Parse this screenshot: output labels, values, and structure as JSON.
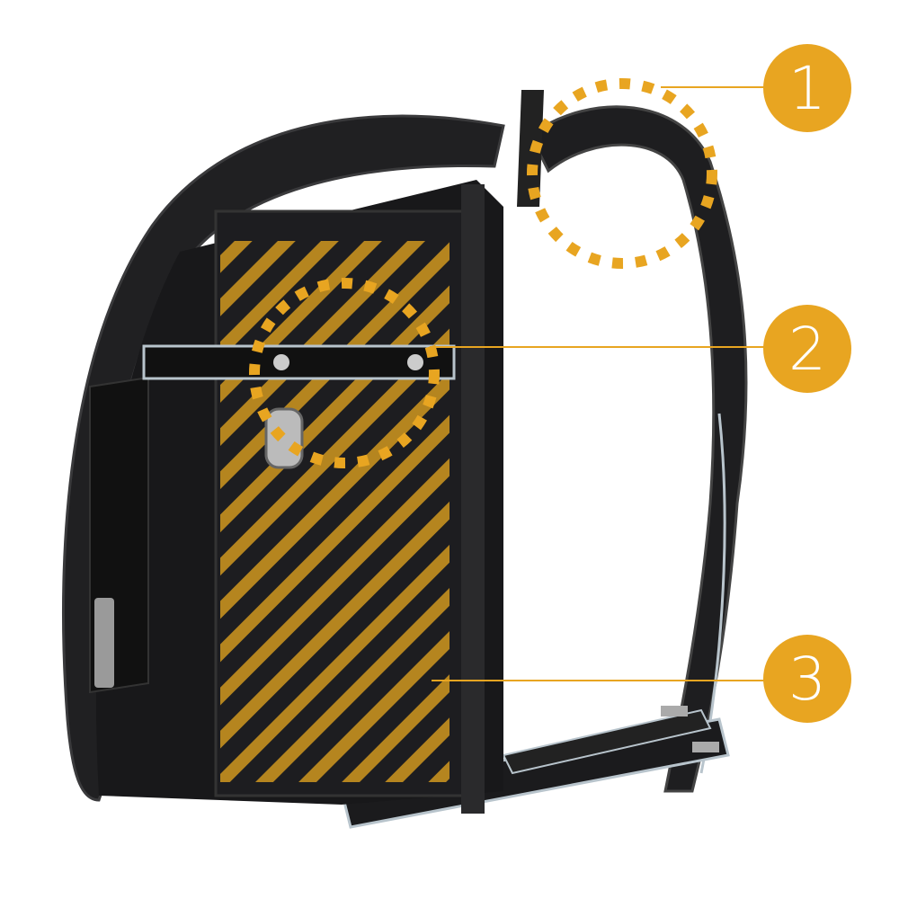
{
  "callouts": [
    {
      "number": "1",
      "target": "shoulder-strap-top"
    },
    {
      "number": "2",
      "target": "lock-buckle"
    },
    {
      "number": "3",
      "target": "side-panel"
    }
  ],
  "colors": {
    "accent": "#E8A521",
    "bag": "#1c1c1e",
    "bag_edge": "#3a3a3c",
    "trim": "#b8c4cc"
  }
}
